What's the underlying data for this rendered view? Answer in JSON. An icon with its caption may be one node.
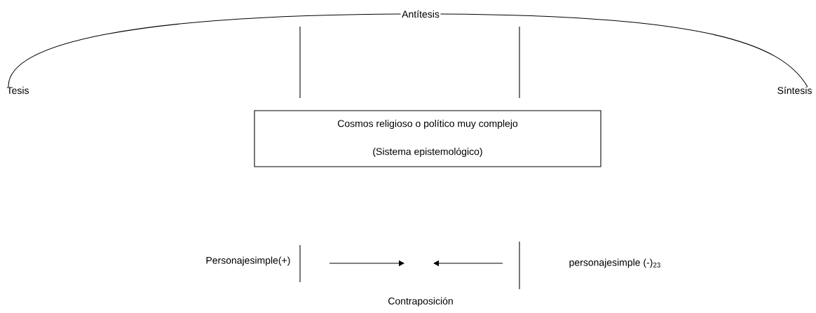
{
  "diagram": {
    "nodes": [
      {
        "text": [
          "Antítesis"
        ]
      },
      {
        "text": [
          "Tesis"
        ]
      },
      {
        "text": [
          "Síntesis"
        ]
      },
      {
        "text": [
          "Cosmos religioso o político muy complejo",
          "(Sistema epistemológico)"
        ]
      },
      {
        "text": [
          "Personajesimple(+)"
        ]
      },
      {
        "text": [
          "personajesimple (-)$_{23}$"
        ]
      }
    ],
    "edges": [
      {
        "from": 1,
        "to": 0,
        "arrow": "none"
      },
      {
        "from": 0,
        "to": 2,
        "arrow": "none"
      }
    ],
    "labels": [
      "Contraposición"
    ]
  }
}
